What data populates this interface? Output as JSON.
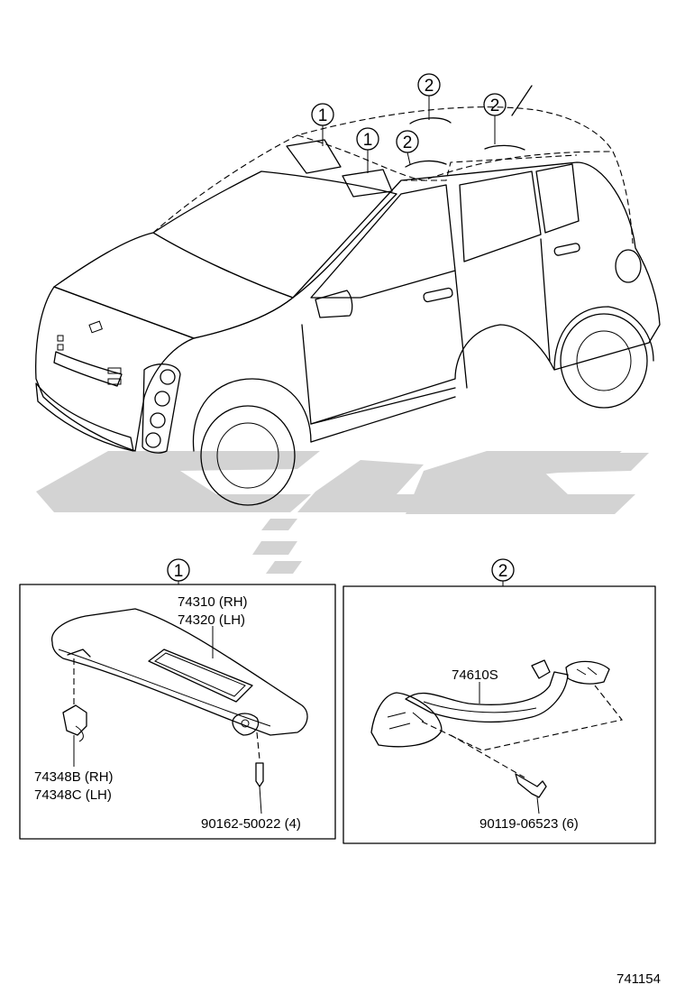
{
  "figure_id": "741154",
  "callouts": {
    "sun_visor_ref": "1",
    "assist_grip_ref": "2"
  },
  "panel_sun_visor": {
    "ref": "1",
    "visor_rh": "74310 (RH)",
    "visor_lh": "74320 (LH)",
    "holder_rh": "74348B (RH)",
    "holder_lh": "74348C (LH)",
    "screw": "90162-50022 (4)"
  },
  "panel_assist_grip": {
    "ref": "2",
    "grip": "74610S",
    "bolt": "90119-06523 (6)"
  },
  "colors": {
    "line": "#000000",
    "watermark": "#d3d3d3",
    "background": "#ffffff"
  }
}
